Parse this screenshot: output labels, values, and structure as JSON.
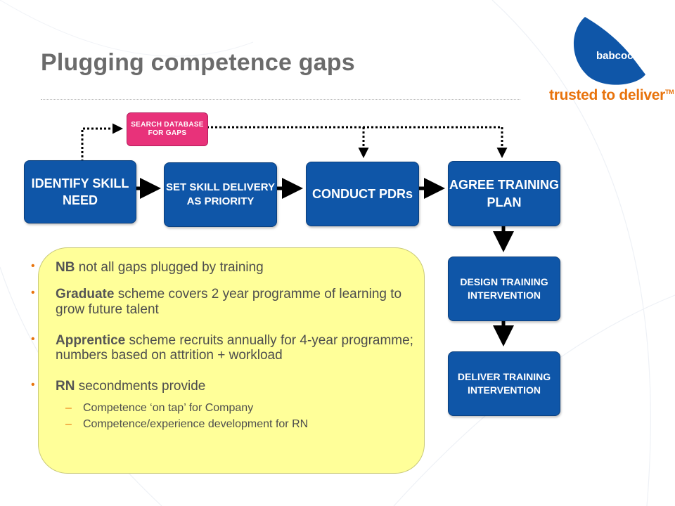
{
  "title": "Plugging competence gaps",
  "brand": {
    "logo_text": "babcock",
    "tagline": "trusted to deliver",
    "tm": "TM",
    "color": "#e8730c",
    "logo_color": "#0f56a8"
  },
  "flow": {
    "search": "SEARCH DATABASE FOR GAPS",
    "identify": "IDENTIFY SKILL NEED",
    "set_skill": "SET SKILL DELIVERY AS PRIORITY",
    "conduct": "CONDUCT PDRs",
    "agree": "AGREE TRAINING PLAN",
    "design": "DESIGN TRAINING INTERVENTION",
    "deliver": "DELIVER TRAINING INTERVENTION"
  },
  "notes": [
    {
      "bold": "NB",
      "text": " not all gaps plugged by training"
    },
    {
      "bold": "Graduate",
      "text": " scheme covers 2 year programme of learning to grow future talent"
    },
    {
      "bold": "Apprentice",
      "text": " scheme recruits annually for 4-year programme; numbers based on attrition + workload"
    },
    {
      "bold": "RN",
      "text": " secondments provide"
    }
  ],
  "sub_notes": [
    "Competence ‘on tap’ for Company",
    "Competence/experience development for RN"
  ],
  "bullet_char": "•",
  "dash_char": "–",
  "colors": {
    "box": "#0f56a8",
    "search": "#e8327a",
    "note_bg": "#ffff99",
    "title": "#6b6b6b"
  }
}
